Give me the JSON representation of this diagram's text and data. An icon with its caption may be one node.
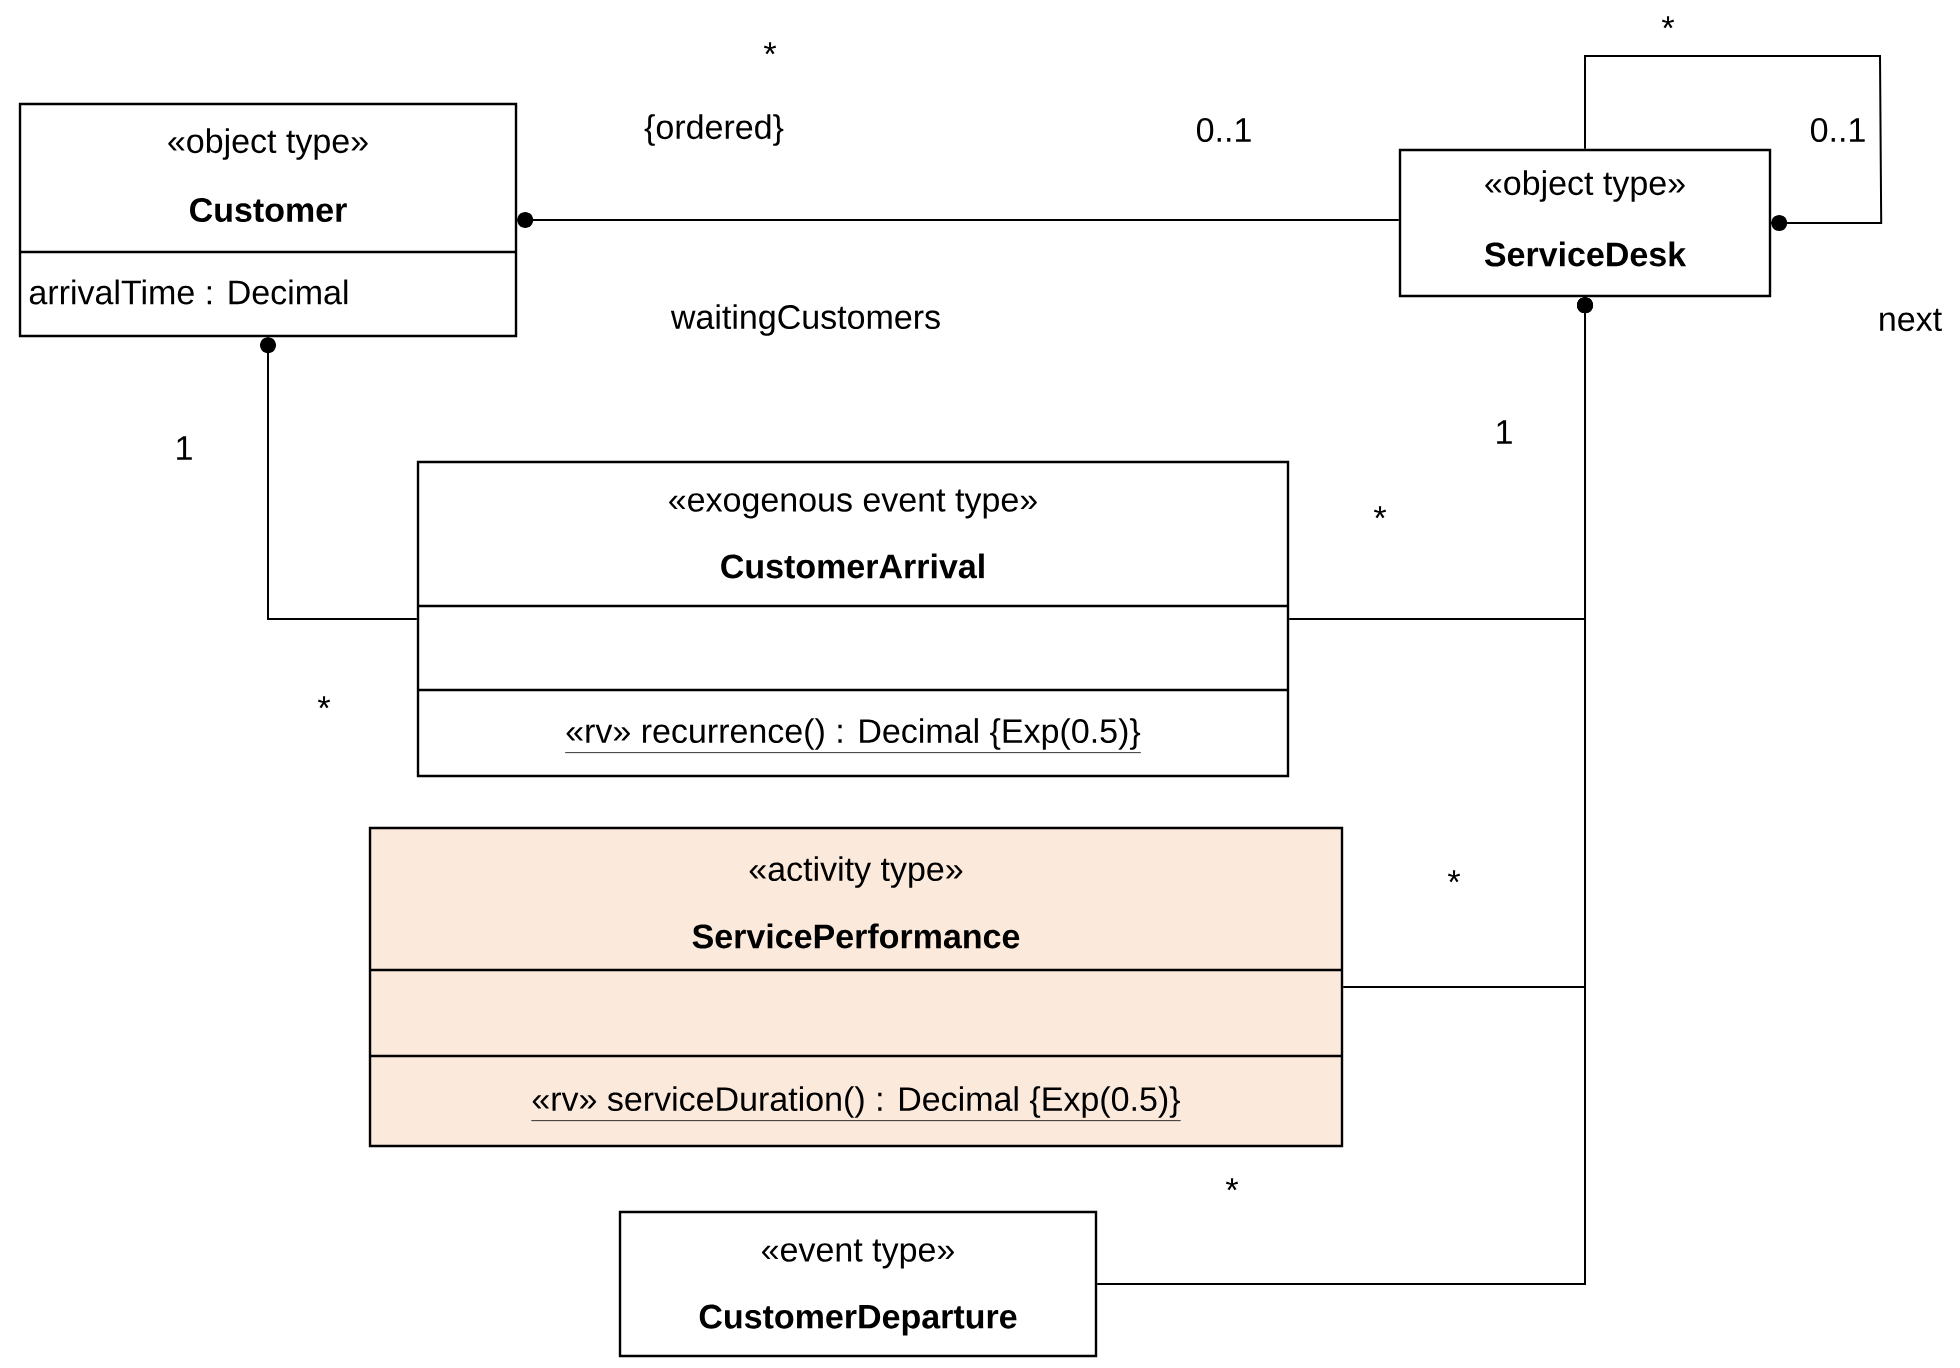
{
  "diagram": {
    "nodes": [
      {
        "text": [
          "«object type»",
          "Customer",
          "arrivalTime : Decimal"
        ]
      },
      {
        "text": [
          "«object type»",
          "ServiceDesk"
        ]
      },
      {
        "text": [
          "«exogenous event type»",
          "CustomerArrival",
          "«rv» recurrence() : Decimal {Exp(0.5)}"
        ]
      },
      {
        "text": [
          "«activity type»",
          "ServicePerformance",
          "«rv» serviceDuration() : Decimal {Exp(0.5)}"
        ]
      },
      {
        "text": [
          "«event type»",
          "CustomerDeparture"
        ]
      }
    ],
    "edges": [
      {
        "from": 0,
        "to": 1,
        "arrow": "other"
      },
      {
        "from": 1,
        "to": 1,
        "arrow": "other"
      },
      {
        "from": 1,
        "to": 2,
        "arrow": "other"
      },
      {
        "from": 1,
        "to": 3,
        "arrow": "other"
      },
      {
        "from": 1,
        "to": 4,
        "arrow": "other"
      },
      {
        "from": 0,
        "to": 2,
        "arrow": "other"
      }
    ],
    "labels": [
      "*",
      "{ordered}",
      "0..1",
      "waitingCustomers",
      "*",
      "0..1",
      "next",
      "1",
      "1",
      "*",
      "*",
      "*",
      "*"
    ]
  }
}
